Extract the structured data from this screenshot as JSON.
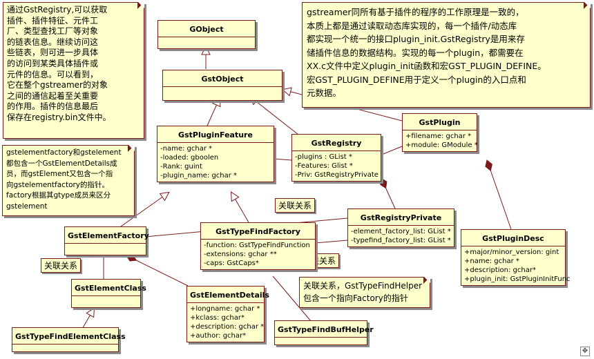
{
  "classes": {
    "gobject": {
      "name": "GObject",
      "attrs": []
    },
    "gstobject": {
      "name": "GstObject",
      "attrs": []
    },
    "plugin_feature": {
      "name": "GstPluginFeature",
      "attrs": [
        "-name: gchar *",
        "-loaded: gboolen",
        "-Rank: guint",
        "-plugin_name: gchar *"
      ]
    },
    "registry": {
      "name": "GstRegistry",
      "attrs": [
        "-plugins : GList *",
        "-Features: Glist *",
        "-Priv: GstRegistryPrivate"
      ]
    },
    "plugin": {
      "name": "GstPlugin",
      "attrs": [
        "+filename: gchar *",
        "+module: GModule *"
      ]
    },
    "registry_private": {
      "name": "GstRegistryPrivate",
      "attrs": [
        "-element_factory_list: GList *",
        "-typefind_factory_list: GList *"
      ]
    },
    "plugin_desc": {
      "name": "GstPluginDesc",
      "attrs": [
        "+major/minor_version: gint",
        "+name: gchar *",
        "+description: gchar*",
        "+plugin_init: GstPluginInitFunc"
      ]
    },
    "element_factory": {
      "name": "GstElementFactory",
      "attrs": []
    },
    "typefind_factory": {
      "name": "GstTypeFindFactory",
      "attrs": [
        "-function: GstTypeFindFunction",
        "-extensions: gchar **",
        "-caps: GstCaps*"
      ]
    },
    "element_class": {
      "name": "GstElementClass",
      "attrs": []
    },
    "typefind_element_class": {
      "name": "GstTypeFindElementClass",
      "attrs": []
    },
    "element_details": {
      "name": "GstElementDetails",
      "attrs": [
        "+longname: gchar *",
        "+kclass: gchar*",
        "+description: gchar *",
        "+author: gchar*"
      ]
    },
    "typefind_buf_helper": {
      "name": "GstTypeFindBufHelper",
      "attrs": []
    }
  },
  "notes": {
    "registry_note": "通过GstRegistry,可以获取\n插件、插件特征、元件工\n厂、类型查找工厂等对象\n的链表信息。继续访问这\n些链表，则可进一步具体\n的访问到某类具体插件或\n元件的信息。可以看到，\n它在整个gstreamer的对象\n之间的通信起着至关重要\n的作用。插件的信息最后\n保存在registry.bin文件中。",
    "plugin_note": "gstreamer同所有基于插件的程序的工作原理是一致的，\n本质上都是通过读取动态库实现的，每一个插件/动态库\n都实现一个统一的接口plugin_init.GstRegistry是用来存\n储插件信息的数据结构。实现的每一个plugin，都需要在\nXX.c文件中定义plugin_init函数和宏GST_PLUGIN_DEFINE。\n宏GST_PLUGIN_DEFINE用于定义一个plugin的入口点和\n元数据。",
    "element_note": "gstelementfactory和gstelement\n都包含一个GstElementDetails成\n员，而gstElement又包含一个指\n向gstelementfactory的指针。\nfactory根据其gtype成员来区分\ngstelement",
    "helper_note": "关联关系，GstTypeFindHelper\n包含一个指向Factory的指针"
  },
  "labels": {
    "assoc1": "关联关系",
    "assoc2": "关联关系",
    "assoc3": "关联关系"
  },
  "colors": {
    "box_fill": "#ffffcc",
    "box_border": "#7a1a1a",
    "line": "#7a1a1a",
    "shadow": "#8a8a8a"
  },
  "corner_icon": "move-arrows-icon"
}
